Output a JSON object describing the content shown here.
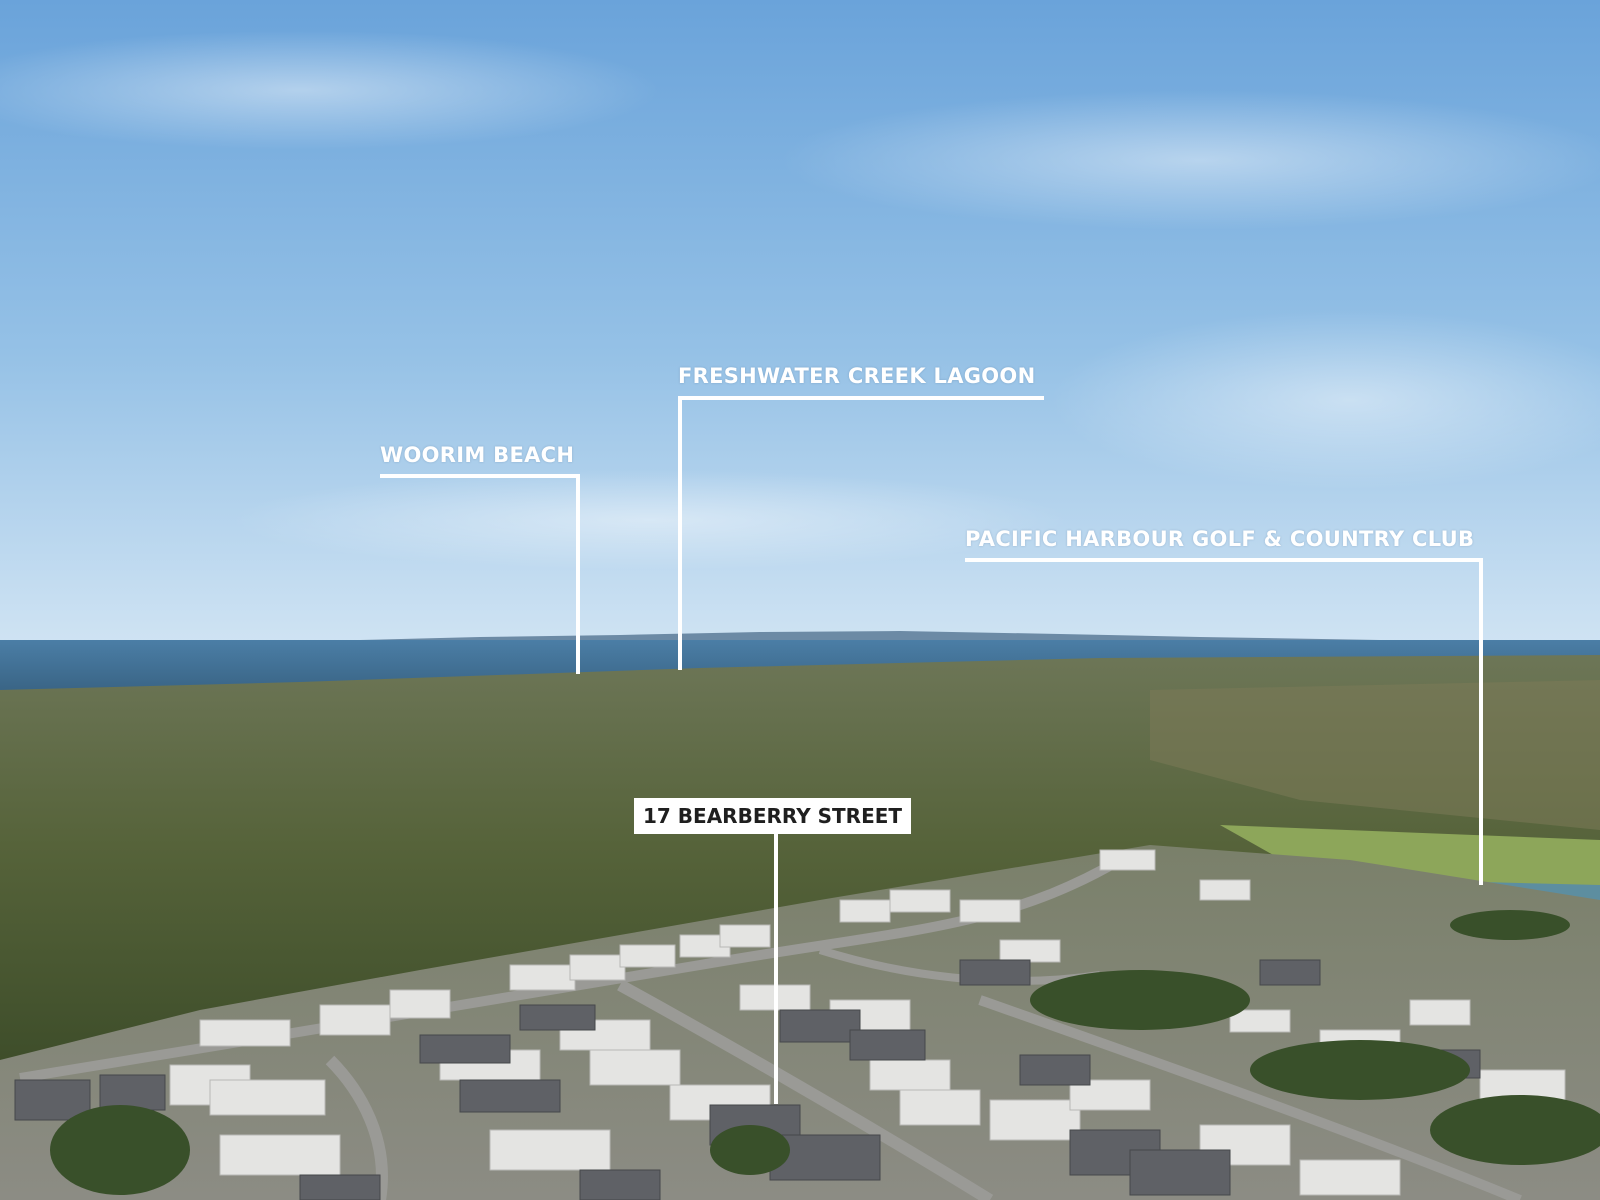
{
  "callouts": {
    "woorim_beach": "WOORIM BEACH",
    "freshwater_creek_lagoon": "FRESHWATER CREEK LAGOON",
    "pacific_harbour": "PACIFIC HARBOUR GOLF & COUNTRY CLUB",
    "property": "17 BEARBERRY STREET"
  },
  "colors": {
    "sky_top": "#6fa6dc",
    "sky_horizon": "#cfe3f3",
    "ocean": "#3f6f94",
    "forest": "#4b5a2e",
    "roofs_light": "#e6e6e6",
    "roofs_dark": "#5d5f63"
  }
}
